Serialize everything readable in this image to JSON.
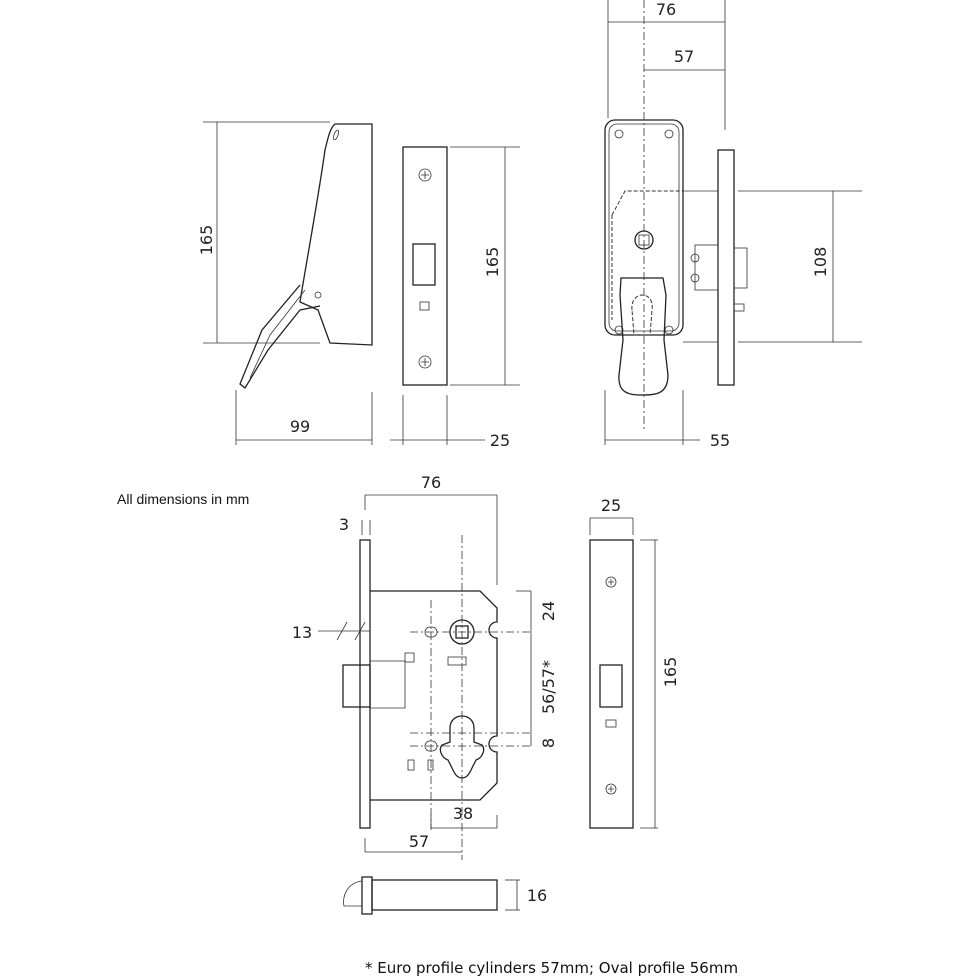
{
  "note": "All dimensions in mm",
  "footnote": "* Euro profile cylinders 57mm; Oval profile 56mm",
  "top_views": {
    "handle_side_height": "165",
    "handle_side_projection": "99",
    "forend_height": "165",
    "forend_width": "25",
    "front_width": "76",
    "front_backset": "57",
    "front_centres": "108",
    "front_depth": "55"
  },
  "bottom_views": {
    "case_width": "76",
    "forend_thickness": "3",
    "bolt_offset": "13",
    "spindle_offset": "24",
    "centres": "56/57*",
    "cylinder_offset": "8",
    "cylinder_width": "38",
    "backset": "57",
    "forend_width": "25",
    "forend_height": "165",
    "bolt_thickness": "16"
  }
}
